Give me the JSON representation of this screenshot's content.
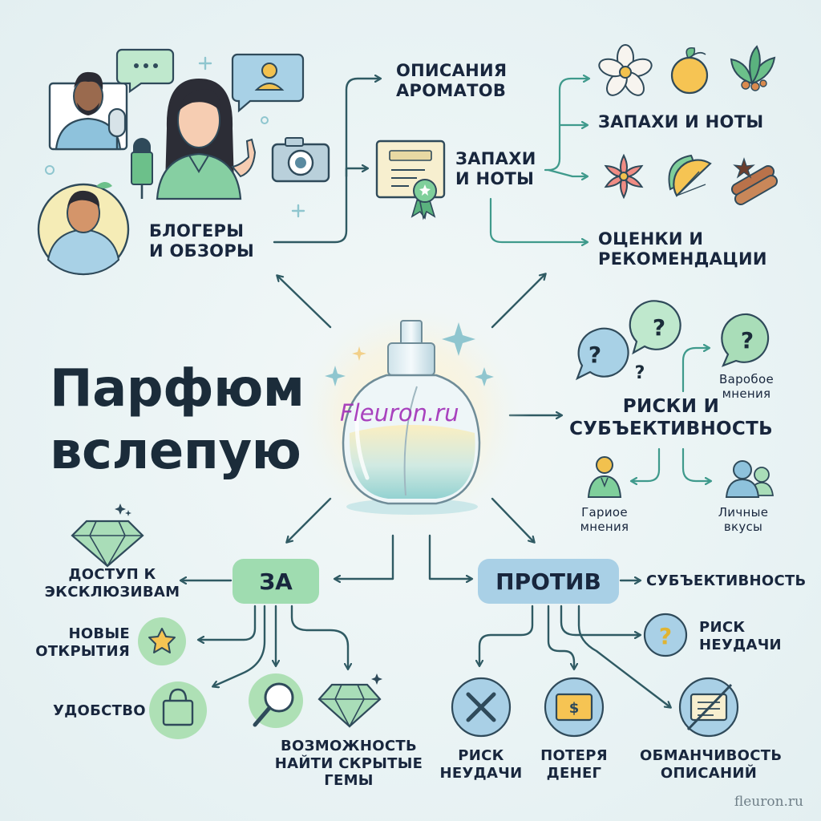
{
  "title": {
    "line1": "Парфюм",
    "line2": "вслепую"
  },
  "watermark": "Fleuron.ru",
  "footer": "fleuron.ru",
  "nodes": {
    "bloggers": {
      "line1": "БЛОГЕРЫ",
      "line2": "И ОБЗОРЫ"
    },
    "descriptions": {
      "line1": "ОПИСАНИЯ",
      "line2": "АРОМАТОВ"
    },
    "notes_center": {
      "line1": "ЗАПАХИ",
      "line2": "И НОТЫ"
    },
    "notes_right": "ЗАПАХИ И НОТЫ",
    "ratings": {
      "line1": "ОЦЕНКИ И",
      "line2": "РЕКОМЕНДАЦИИ"
    },
    "risks": {
      "line1": "РИСКИ И",
      "line2": "СУБЪЕКТИВНОСТЬ"
    },
    "varied_opinions": {
      "line1": "Варобое",
      "line2": "мнения"
    },
    "other_opinions": {
      "line1": "Гариое",
      "line2": "мнения"
    },
    "personal_tastes": {
      "line1": "Личные",
      "line2": "вкусы"
    }
  },
  "pros": {
    "label": "ЗА",
    "exclusives": {
      "line1": "ДОСТУП К",
      "line2": "ЭКСКЛЮЗИВАМ"
    },
    "discoveries": {
      "line1": "НОВЫЕ",
      "line2": "ОТКРЫТИЯ"
    },
    "convenience": "УДОБСТВО",
    "hidden_gems": {
      "line1": "ВОЗМОЖНОСТЬ",
      "line2": "НАЙТИ СКРЫТЫЕ",
      "line3": "ГЕМЫ"
    }
  },
  "cons": {
    "label": "ПРОТИВ",
    "subjectivity": "СУБЪЕКТИВНОСТЬ",
    "risk_right": {
      "line1": "РИСК",
      "line2": "НЕУДАЧИ"
    },
    "risk_bottom": {
      "line1": "РИСК",
      "line2": "НЕУДАЧИ"
    },
    "money_loss": {
      "line1": "ПОТЕРЯ",
      "line2": "ДЕНЕГ"
    },
    "misleading": {
      "line1": "ОБМАНЧИВОСТЬ",
      "line2": "ОПИСАНИЙ"
    }
  },
  "colors": {
    "arrow": "#2f5a63",
    "teal": "#3f9a8c",
    "green_circle": "#aee0b5",
    "blue_circle": "#a9d0e6",
    "accent_dark": "#1b2c3a"
  }
}
